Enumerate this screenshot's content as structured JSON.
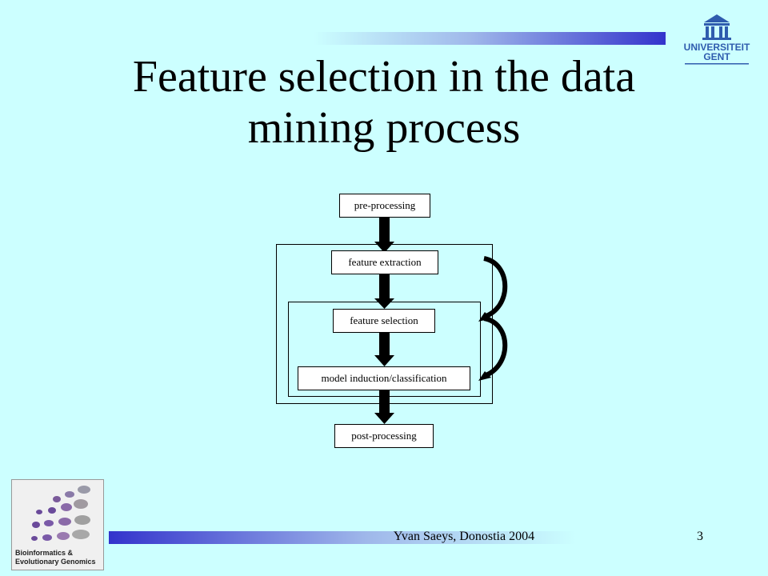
{
  "slide": {
    "title": "Feature selection in the data mining process",
    "footer": "Yvan Saeys, Donostia 2004",
    "slide_number": "3"
  },
  "logos": {
    "university_text_1": "UNIVERSITEIT",
    "university_text_2": "GENT",
    "bioinf_line_1": "Bioinformatics &",
    "bioinf_line_2": "Evolutionary Genomics"
  },
  "diagram": {
    "steps": {
      "pre_processing": "pre-processing",
      "feature_extraction": "feature extraction",
      "feature_selection": "feature selection",
      "model_induction": "model induction/classification",
      "post_processing": "post-processing"
    }
  },
  "colors": {
    "background": "#ccffff",
    "bar_accent": "#3333cc",
    "logo_blue": "#2f5cae"
  }
}
